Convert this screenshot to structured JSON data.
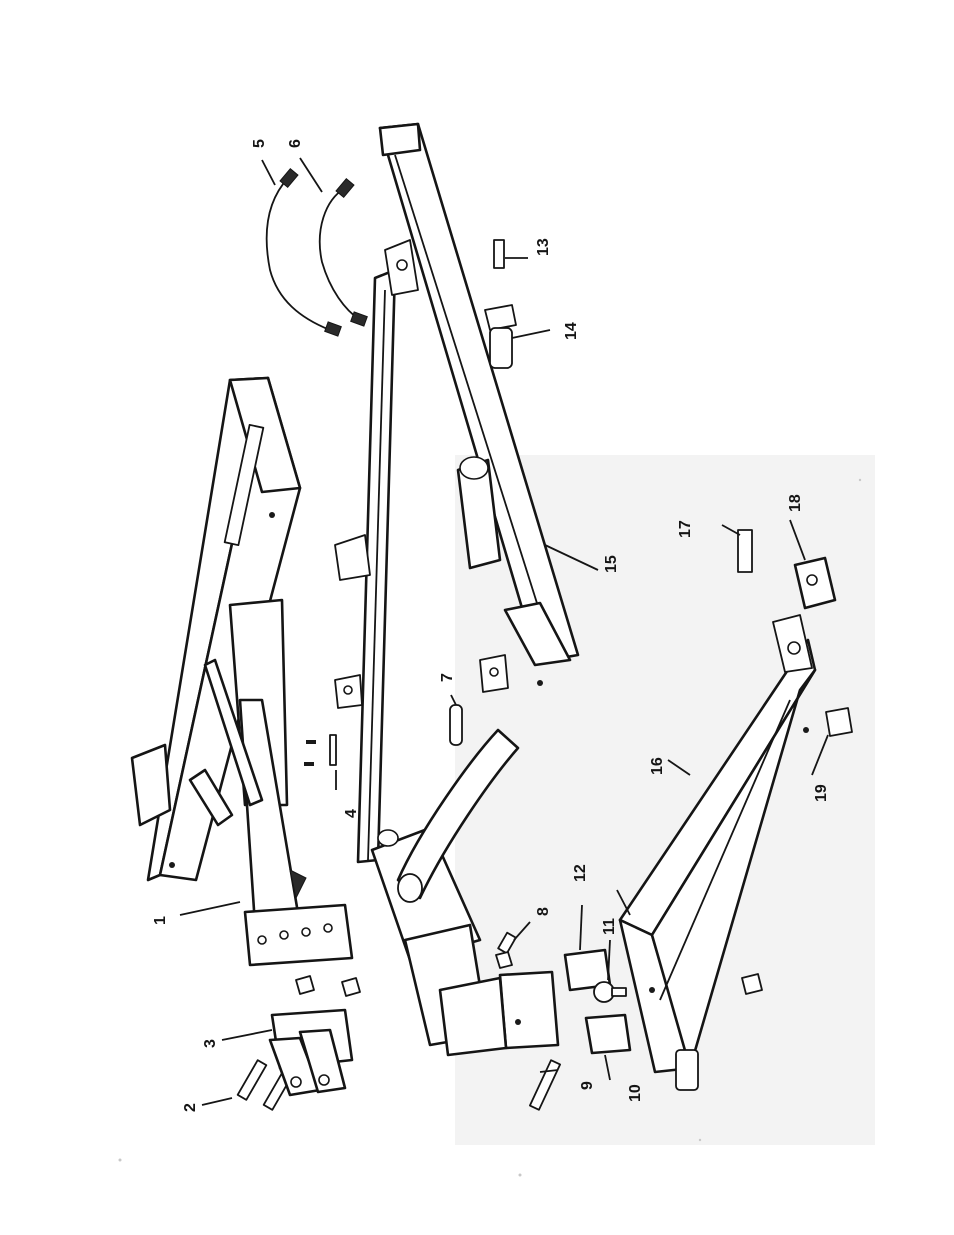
{
  "diagram": {
    "orientation": "rotated-90",
    "callouts": [
      {
        "id": "c1",
        "label": "1"
      },
      {
        "id": "c2",
        "label": "2"
      },
      {
        "id": "c3",
        "label": "3"
      },
      {
        "id": "c4",
        "label": "4"
      },
      {
        "id": "c5",
        "label": "5"
      },
      {
        "id": "c6",
        "label": "6"
      },
      {
        "id": "c7",
        "label": "7"
      },
      {
        "id": "c8",
        "label": "8"
      },
      {
        "id": "c9",
        "label": "9"
      },
      {
        "id": "c10",
        "label": "10"
      },
      {
        "id": "c11",
        "label": "11"
      },
      {
        "id": "c12",
        "label": "12"
      },
      {
        "id": "c13",
        "label": "13"
      },
      {
        "id": "c14",
        "label": "14"
      },
      {
        "id": "c15",
        "label": "15"
      },
      {
        "id": "c16",
        "label": "16"
      },
      {
        "id": "c17",
        "label": "17"
      },
      {
        "id": "c18",
        "label": "18"
      },
      {
        "id": "c19",
        "label": "19"
      }
    ]
  }
}
